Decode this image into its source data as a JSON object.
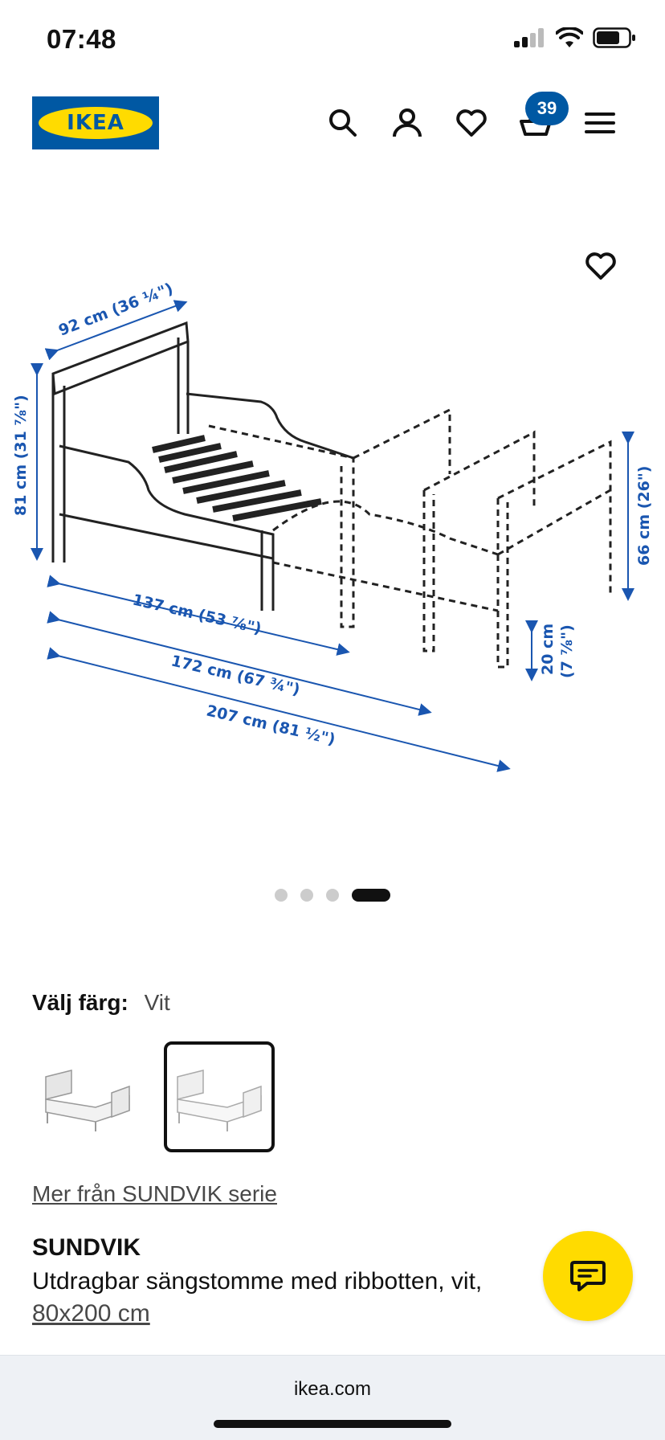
{
  "status_bar": {
    "time": "07:48"
  },
  "header": {
    "logo_text": "IKEA",
    "cart_count": "39",
    "icons": [
      "search-icon",
      "user-icon",
      "heart-icon",
      "cart-icon",
      "menu-icon"
    ]
  },
  "gallery": {
    "dimensions": {
      "width": "92 cm (36 ¼\")",
      "height": "81 cm (31 ⅞\")",
      "length_1": "137 cm (53 ⅞\")",
      "length_2": "172 cm (67 ¾\")",
      "length_3": "207 cm (81 ½\")",
      "side_height": "66 cm (26\")",
      "leg_height_1": "20 cm",
      "leg_height_2": "(7 ⅞\")"
    },
    "slide_count": 4,
    "active_slide": 4
  },
  "color": {
    "label": "Välj färg:",
    "value": "Vit"
  },
  "series_link": "Mer från SUNDVIK serie",
  "product": {
    "name": "SUNDVIK",
    "description": "Utdragbar sängstomme med ribbotten, vit,",
    "size": "80x200 cm"
  },
  "browser": {
    "url": "ikea.com"
  },
  "colors": {
    "ikea_blue": "#0058a3",
    "ikea_yellow": "#ffdb00",
    "dimension_blue": "#1a56b0"
  }
}
